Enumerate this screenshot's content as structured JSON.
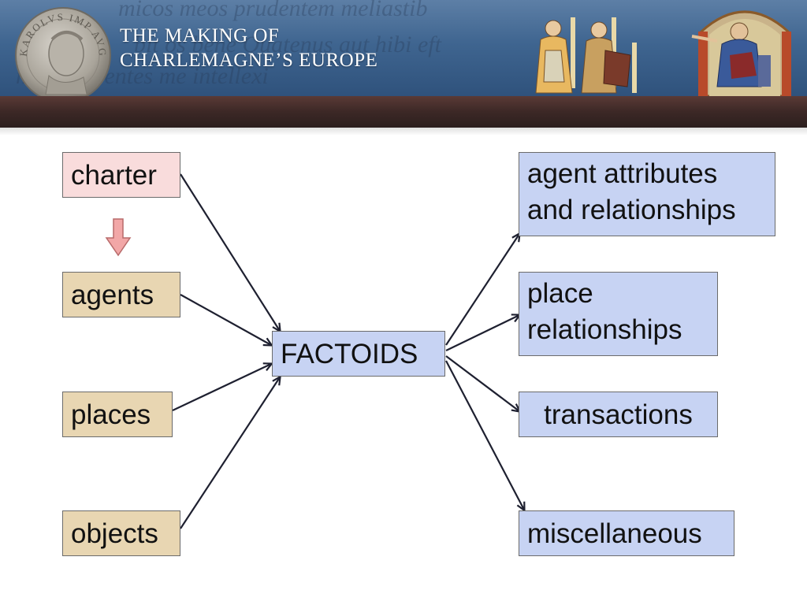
{
  "header": {
    "title_line1": "THE MAKING OF",
    "title_line2": "CHARLEMAGNE’S EUROPE",
    "coin_legend": "KAROLVS IMP AVG",
    "script_text": [
      "micos meos prudentem meliastib",
      "bit os bene Quatenus aut hibi eft",
      "mnes docentes me intellexi"
    ]
  },
  "diagram": {
    "inputs": {
      "charter": "charter",
      "agents": "agents",
      "places": "places",
      "objects": "objects"
    },
    "center": "FACTOIDS",
    "outputs": {
      "agent_attributes_line1": "agent attributes",
      "agent_attributes_line2": "and relationships",
      "place_relationships_line1": "place",
      "place_relationships_line2": "relationships",
      "transactions": "transactions",
      "miscellaneous": "miscellaneous"
    }
  },
  "colors": {
    "charter_fill": "#f9dcdc",
    "input_fill": "#e8d6b2",
    "output_fill": "#c7d3f3",
    "arrow": "#1e2030",
    "down_arrow": "#f2a7a7"
  }
}
